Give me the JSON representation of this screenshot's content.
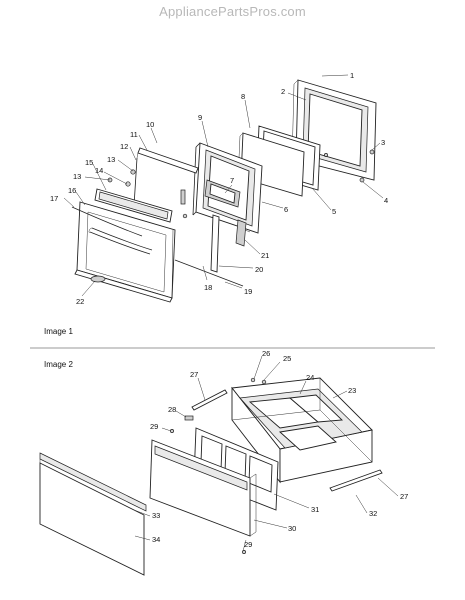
{
  "watermark": "AppliancePartsPros.com",
  "sections": [
    {
      "caption": "Image 1"
    },
    {
      "caption": "Image 2"
    }
  ],
  "callouts": [
    {
      "label": "1"
    },
    {
      "label": "2"
    },
    {
      "label": "3"
    },
    {
      "label": "4"
    },
    {
      "label": "5"
    },
    {
      "label": "6"
    },
    {
      "label": "7"
    },
    {
      "label": "8"
    },
    {
      "label": "9"
    },
    {
      "label": "10"
    },
    {
      "label": "11"
    },
    {
      "label": "12"
    },
    {
      "label": "13"
    },
    {
      "label": "13"
    },
    {
      "label": "14"
    },
    {
      "label": "15"
    },
    {
      "label": "16"
    },
    {
      "label": "17"
    },
    {
      "label": "18"
    },
    {
      "label": "19"
    },
    {
      "label": "20"
    },
    {
      "label": "21"
    },
    {
      "label": "22"
    },
    {
      "label": "23"
    },
    {
      "label": "24"
    },
    {
      "label": "25"
    },
    {
      "label": "26"
    },
    {
      "label": "27"
    },
    {
      "label": "27"
    },
    {
      "label": "28"
    },
    {
      "label": "29"
    },
    {
      "label": "29"
    },
    {
      "label": "30"
    },
    {
      "label": "31"
    },
    {
      "label": "32"
    },
    {
      "label": "33"
    },
    {
      "label": "34"
    }
  ]
}
